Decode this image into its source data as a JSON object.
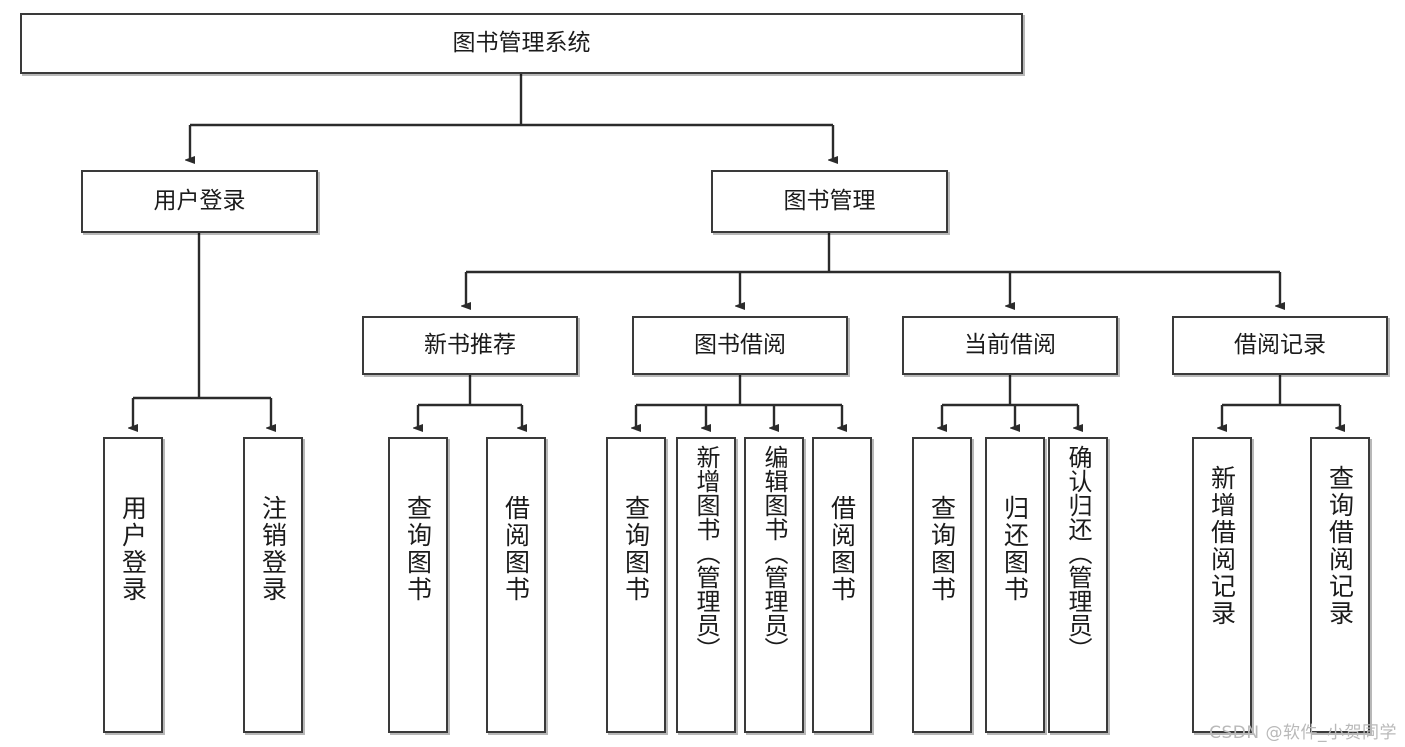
{
  "diagram": {
    "title": "图书管理系统",
    "type": "tree",
    "watermark": "CSDN @软件_小贺同学",
    "colors": {
      "box_border": "#3a3a3a",
      "box_fill": "#ffffff",
      "edge": "#2b2b2b",
      "watermark": "#b9b9b9"
    },
    "levels": {
      "root": {
        "label": "图书管理系统"
      },
      "level2": [
        {
          "id": "user-login",
          "label": "用户登录"
        },
        {
          "id": "book-manage",
          "label": "图书管理"
        }
      ],
      "level3": [
        {
          "id": "new-book-recommend",
          "label": "新书推荐"
        },
        {
          "id": "book-borrow",
          "label": "图书借阅"
        },
        {
          "id": "current-borrow",
          "label": "当前借阅"
        },
        {
          "id": "borrow-record",
          "label": "借阅记录"
        }
      ],
      "leaves": [
        {
          "id": "leaf-user-login",
          "label": "用户登录",
          "parent": "user-login"
        },
        {
          "id": "leaf-logout",
          "label": "注销登录",
          "parent": "user-login"
        },
        {
          "id": "leaf-query-book-1",
          "label": "查询图书",
          "parent": "new-book-recommend"
        },
        {
          "id": "leaf-borrow-book-1",
          "label": "借阅图书",
          "parent": "new-book-recommend"
        },
        {
          "id": "leaf-query-book-2",
          "label": "查询图书",
          "parent": "book-borrow"
        },
        {
          "id": "leaf-add-book",
          "label": "新增图书（管理员）",
          "parent": "book-borrow"
        },
        {
          "id": "leaf-edit-book",
          "label": "编辑图书（管理员）",
          "parent": "book-borrow"
        },
        {
          "id": "leaf-borrow-book-2",
          "label": "借阅图书",
          "parent": "book-borrow"
        },
        {
          "id": "leaf-query-book-3",
          "label": "查询图书",
          "parent": "current-borrow"
        },
        {
          "id": "leaf-return-book",
          "label": "归还图书",
          "parent": "current-borrow"
        },
        {
          "id": "leaf-confirm-return",
          "label": "确认归还（管理员）",
          "parent": "current-borrow"
        },
        {
          "id": "leaf-add-record",
          "label": "新增借阅记录",
          "parent": "borrow-record"
        },
        {
          "id": "leaf-query-record",
          "label": "查询借阅记录",
          "parent": "borrow-record"
        }
      ]
    }
  }
}
